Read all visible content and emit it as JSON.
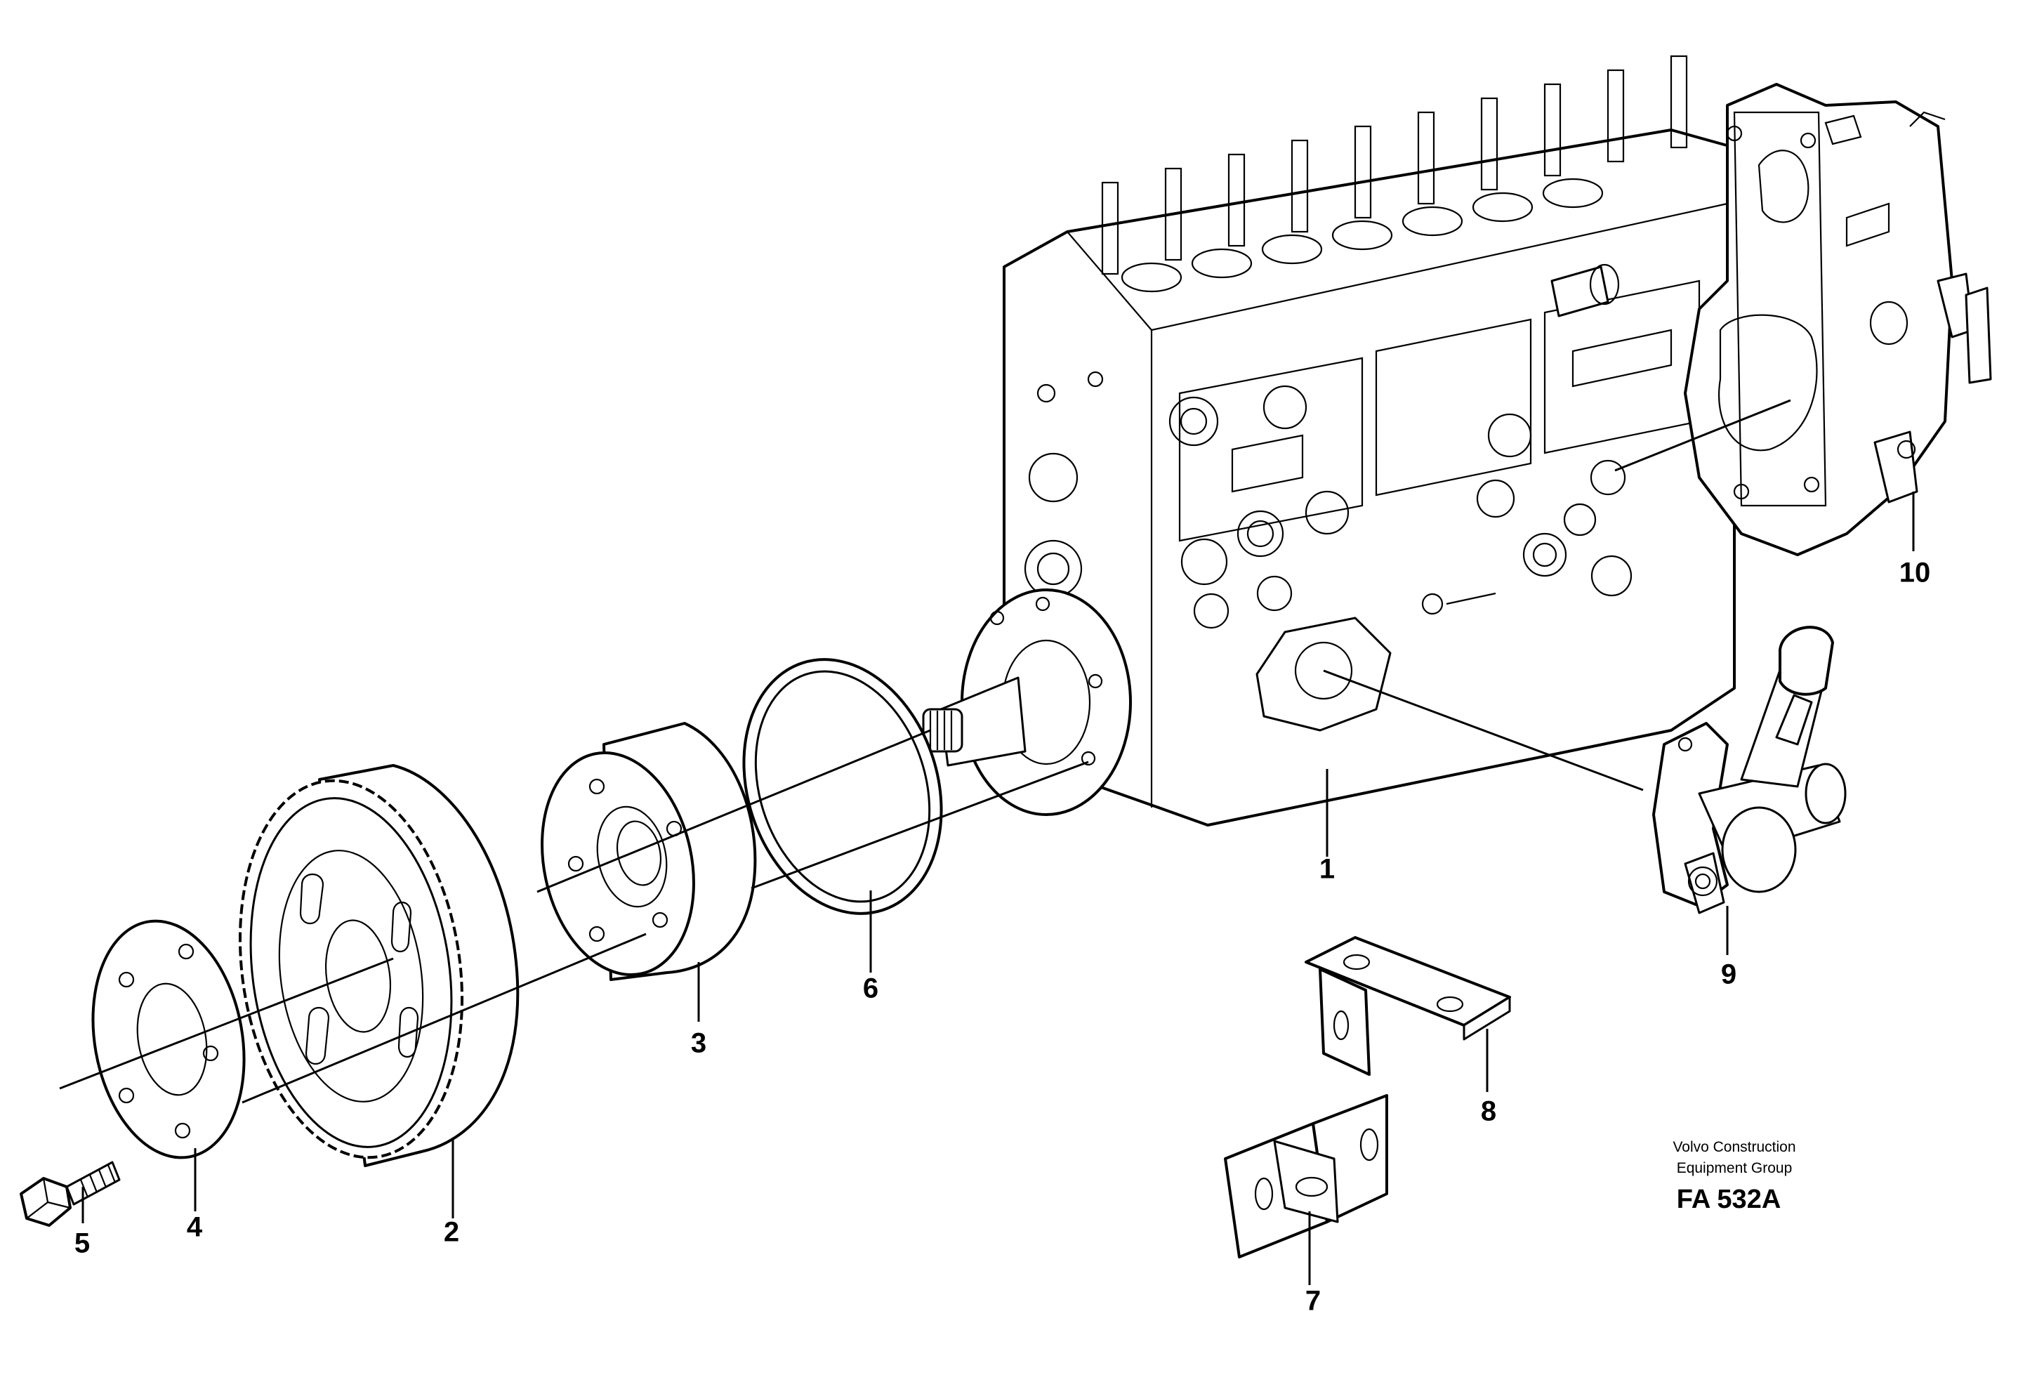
{
  "diagram": {
    "callouts": [
      "1",
      "2",
      "3",
      "4",
      "5",
      "6",
      "7",
      "8",
      "9",
      "10"
    ],
    "credit_line1": "Volvo Construction",
    "credit_line2": "Equipment Group",
    "drawing_code": "FA 532A"
  },
  "colors": {
    "ink": "#000000",
    "paper": "#ffffff"
  }
}
